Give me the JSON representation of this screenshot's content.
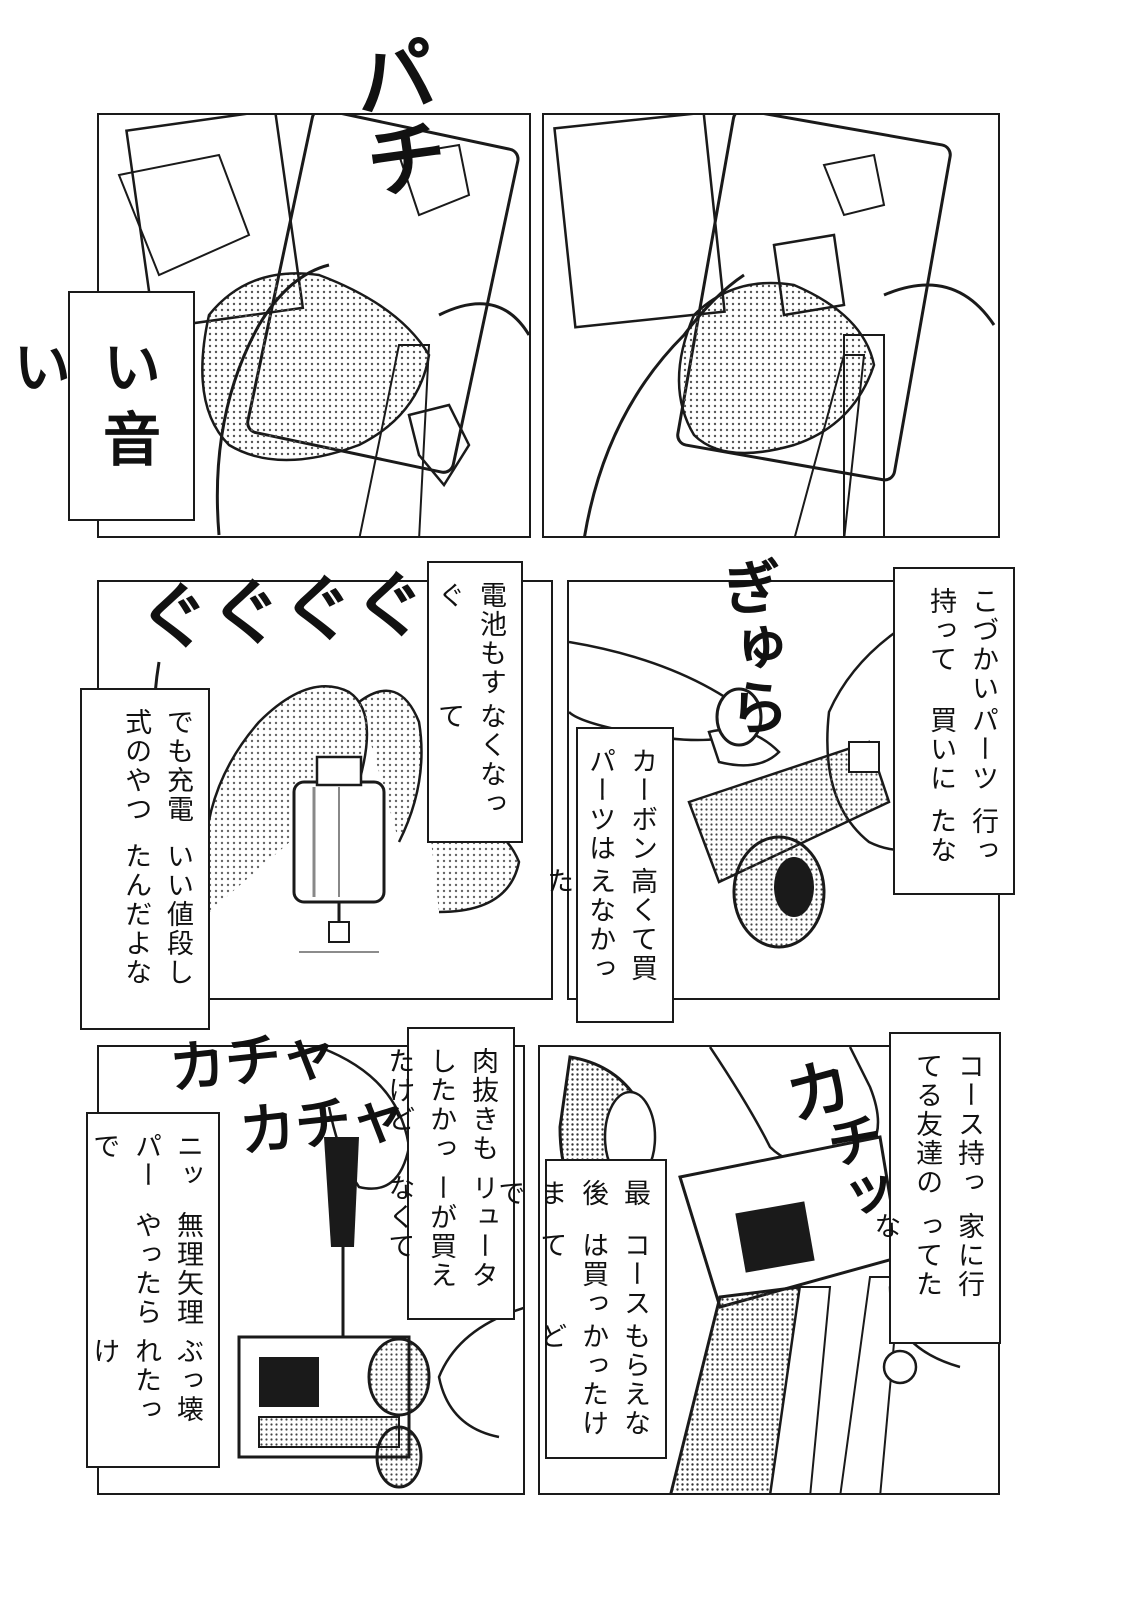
{
  "panels": {
    "p1": {
      "sfx": "パチ",
      "caption": [
        "いい",
        "音"
      ]
    },
    "p2": {},
    "p3": {
      "sfx": "ぐぐぐぐ",
      "captions": {
        "a": [
          "電池もすぐ",
          "なくなって"
        ],
        "b": [
          "でも充電式のやつ",
          "いい値段したんだよな"
        ]
      }
    },
    "p4": {
      "sfx": "ぎゅら",
      "captions": {
        "a": [
          "こづかい持って",
          "パーツ買いに",
          "行ったな"
        ],
        "b": [
          "カーボンパーツは",
          "高くて買えなかった"
        ]
      }
    },
    "p5": {
      "sfx": [
        "カチャ",
        "カチャ"
      ],
      "captions": {
        "a": [
          "肉抜きもしたかったけど",
          "リューターが買えなくて"
        ],
        "b": [
          "ニッパーで",
          "無理矢理やったら",
          "ぶっ壊れたっけ"
        ]
      }
    },
    "p6": {
      "sfx": [
        "カ",
        "チッ"
      ],
      "captions": {
        "a": [
          "コース持ってる友達の",
          "家に行ってたな"
        ],
        "b": [
          "最後まで",
          "コースは買って",
          "もらえなかったけど"
        ]
      }
    }
  },
  "colors": {
    "ink": "#1a1a1a",
    "screentone": "#9a9a9a",
    "paper": "#ffffff"
  }
}
